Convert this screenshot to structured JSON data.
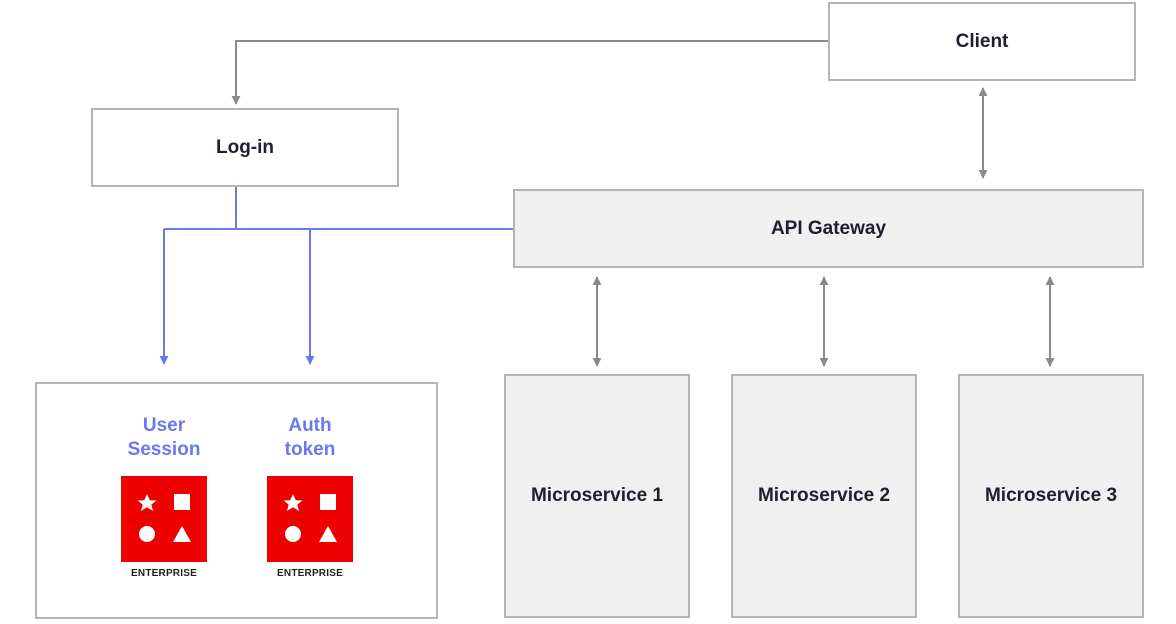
{
  "nodes": {
    "client": "Client",
    "login": "Log-in",
    "gateway": "API Gateway",
    "ms1": "Microservice 1",
    "ms2": "Microservice 2",
    "ms3": "Microservice 3"
  },
  "stores": [
    {
      "line1": "User",
      "line2": "Session",
      "badge": "ENTERPRISE",
      "icon": "red-hat-enterprise-logo"
    },
    {
      "line1": "Auth",
      "line2": "token",
      "badge": "ENTERPRISE",
      "icon": "red-hat-enterprise-logo"
    }
  ],
  "colors": {
    "flow_blue": "#6b76f2",
    "arrow_grey": "#8a8a8a",
    "logo_red": "#ee0000",
    "box_border": "#b5b5b5",
    "box_fill_grey": "#f0f0f0"
  }
}
